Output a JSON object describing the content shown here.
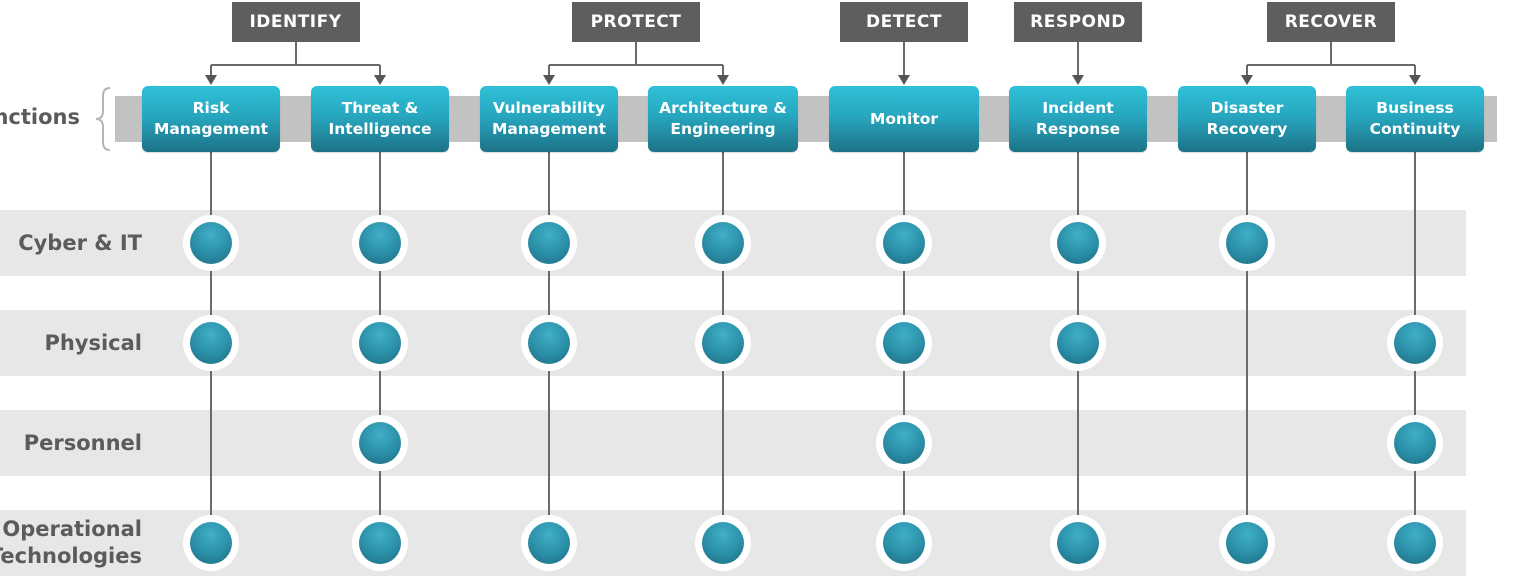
{
  "phases": [
    {
      "label": "IDENTIFY"
    },
    {
      "label": "PROTECT"
    },
    {
      "label": "DETECT"
    },
    {
      "label": "RESPOND"
    },
    {
      "label": "RECOVER"
    }
  ],
  "functions_label": "Functions",
  "functions": [
    {
      "label": "Risk\nManagement",
      "phase": "IDENTIFY"
    },
    {
      "label": "Threat &\nIntelligence",
      "phase": "IDENTIFY"
    },
    {
      "label": "Vulnerability\nManagement",
      "phase": "PROTECT"
    },
    {
      "label": "Architecture &\nEngineering",
      "phase": "PROTECT"
    },
    {
      "label": "Monitor",
      "phase": "DETECT"
    },
    {
      "label": "Incident\nResponse",
      "phase": "RESPOND"
    },
    {
      "label": "Disaster\nRecovery",
      "phase": "RECOVER"
    },
    {
      "label": "Business\nContinuity",
      "phase": "RECOVER"
    }
  ],
  "rows": [
    {
      "label": "Cyber & IT",
      "coverage": [
        true,
        true,
        true,
        true,
        true,
        true,
        true,
        false
      ]
    },
    {
      "label": "Physical",
      "coverage": [
        true,
        true,
        true,
        true,
        true,
        true,
        false,
        true
      ]
    },
    {
      "label": "Personnel",
      "coverage": [
        false,
        true,
        false,
        false,
        true,
        false,
        false,
        true
      ]
    },
    {
      "label": "Operational\nTechnologies",
      "coverage": [
        true,
        true,
        true,
        true,
        true,
        true,
        true,
        true
      ]
    }
  ],
  "colors": {
    "phase_box": "#5e5e5e",
    "function_box": "#27a7c0",
    "dot": "#2a8ea6",
    "row_band": "#e7e7e7",
    "function_band": "#c2c2c2",
    "label_text": "#5b5b5b"
  }
}
